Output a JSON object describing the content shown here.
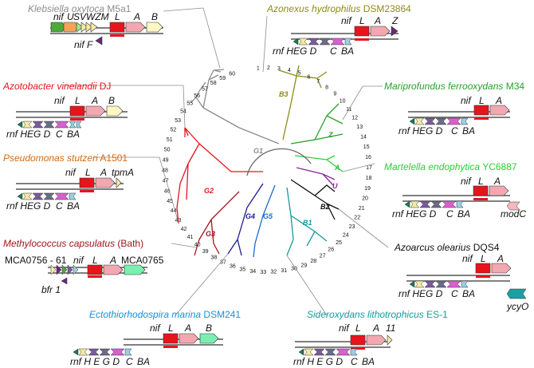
{
  "organisms": [
    {
      "genus": "Klebsiella oxytoca",
      "strain": "M5a1",
      "color": "#8c8c8c",
      "strain_color": "#8c8c8c"
    },
    {
      "genus": "Azotobacter vinelandii",
      "strain": "DJ",
      "color": "#e8141c",
      "strain_color": "#e8141c"
    },
    {
      "genus": "Pseudomonas stutzeri",
      "strain": "A1501",
      "color": "#d46a12",
      "strain_color": "#d46a12"
    },
    {
      "genus": "Methylococcus capsulatus",
      "strain": "(Bath)",
      "color": "#a0141c",
      "strain_color": "#a0141c"
    },
    {
      "genus": "Ectothiorhodospira marina",
      "strain": "DSM241",
      "color": "#1a8fd8",
      "strain_color": "#1a8fd8"
    },
    {
      "genus": "Sideroxydans lithotrophicus",
      "strain": "ES-1",
      "color": "#1a9a9a",
      "strain_color": "#1a9a9a"
    },
    {
      "genus": "Azoarcus olearius",
      "strain": "DQS4",
      "color": "#111111",
      "strain_color": "#111111"
    },
    {
      "genus": "Martelella endophytica",
      "strain": "YC6887",
      "color": "#2ecc3a",
      "strain_color": "#2ecc3a"
    },
    {
      "genus": "Mariprofundus ferrooxydans",
      "strain": "M34",
      "color": "#27a22a",
      "strain_color": "#27a22a"
    },
    {
      "genus": "Azonexus hydrophilus",
      "strain": "DSM23864",
      "color": "#8c8c1a",
      "strain_color": "#8c8c1a"
    }
  ],
  "groups": [
    {
      "label": "G1",
      "color": "#8c8c8c"
    },
    {
      "label": "G2",
      "color": "#e8141c"
    },
    {
      "label": "G3",
      "color": "#a0141c"
    },
    {
      "label": "G4",
      "color": "#1a1a8c"
    },
    {
      "label": "G5",
      "color": "#1a6acc"
    },
    {
      "label": "B1",
      "color": "#1a9a9a"
    },
    {
      "label": "B2",
      "color": "#111111"
    },
    {
      "label": "B3",
      "color": "#8c8c1a"
    },
    {
      "label": "U",
      "color": "#8a2a9a"
    },
    {
      "label": "A",
      "color": "#2ecc3a"
    },
    {
      "label": "Z",
      "color": "#27a22a"
    }
  ],
  "leaves": [
    "1",
    "2",
    "3",
    "4",
    "5",
    "6",
    "7",
    "8",
    "9",
    "10",
    "11",
    "12",
    "13",
    "14",
    "15",
    "16",
    "17",
    "18",
    "19",
    "20",
    "21",
    "22",
    "23",
    "24",
    "25",
    "26",
    "27",
    "28",
    "29",
    "30",
    "31",
    "32",
    "33",
    "34",
    "35",
    "36",
    "37",
    "38",
    "39",
    "40",
    "41",
    "42",
    "43",
    "44",
    "45",
    "46",
    "47",
    "48",
    "49",
    "50",
    "51",
    "52",
    "53",
    "54",
    "55",
    "56",
    "57",
    "58",
    "59",
    "60"
  ],
  "gene_labels": {
    "nif": "nif",
    "L": "L",
    "A": "A",
    "B": "B",
    "Z": "Z",
    "U": "U",
    "S": "S",
    "VWZM": "VWZM",
    "F": "F",
    "nifF": "nif F",
    "rnf_hegd": "rnf HEG D",
    "rnf_hegd_sp": "rnf H E G D",
    "C": "C",
    "BA": "BA",
    "tpmA": "tpmA",
    "modC": "modC",
    "ycyO": "ycyO",
    "bfr1": "bfr 1",
    "eleven": "11",
    "mca_left": "MCA0756 - 61",
    "mca_right": "MCA0765"
  },
  "gene_colors": {
    "nifL": "#e8141c",
    "nifA": "#f2a8b0",
    "nifB": "#fdf7c4",
    "green": "#4caa3a",
    "orange": "#f3a35a",
    "lime": "#9fe88a",
    "cream": "#f5eaa5",
    "purple": "#6a2a7a",
    "violet": "#7a5a9a",
    "slate": "#6a6a8a",
    "magenta": "#d860d0",
    "sky": "#9ad0e8",
    "teal": "#1aa0a0",
    "mint": "#7af0b0",
    "darkgreen": "#1a7a4a",
    "pink": "#f4b8c0"
  }
}
